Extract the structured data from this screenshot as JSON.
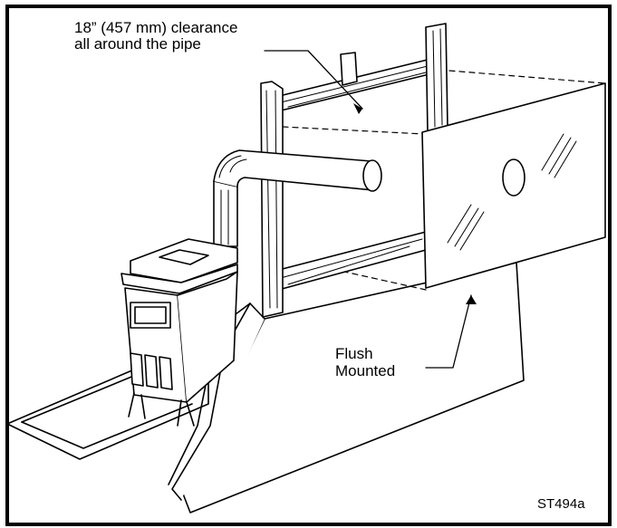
{
  "labels": {
    "clearance_line1": "18” (457 mm) clearance",
    "clearance_line2": "all around the pipe",
    "flush_line1": "Flush",
    "flush_line2": "Mounted",
    "figure_code": "ST494a"
  },
  "colors": {
    "ink": "#000000",
    "background": "#ffffff"
  }
}
